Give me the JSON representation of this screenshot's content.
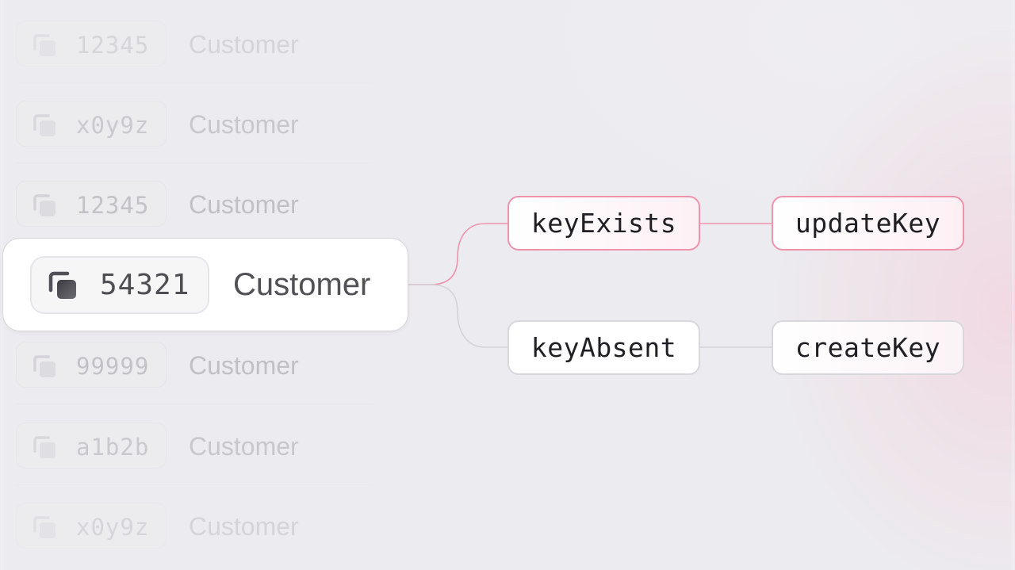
{
  "faded_rows": [
    {
      "id": "12345",
      "label": "Customer"
    },
    {
      "id": "x0y9z",
      "label": "Customer"
    },
    {
      "id": "12345",
      "label": "Customer"
    },
    {
      "id": "99999",
      "label": "Customer"
    },
    {
      "id": "a1b2b",
      "label": "Customer"
    },
    {
      "id": "x0y9z",
      "label": "Customer"
    }
  ],
  "main_row": {
    "id": "54321",
    "label": "Customer",
    "icon": "copy-icon"
  },
  "flow": {
    "branch_true": {
      "label": "keyExists",
      "action": "updateKey"
    },
    "branch_false": {
      "label": "keyAbsent",
      "action": "createKey"
    }
  },
  "colors": {
    "active_border": "#ef93ad",
    "inactive_border": "#d8d7dc",
    "active_connector": "#ef93ad",
    "inactive_connector": "#d4d3d8",
    "background": "#ecebef"
  }
}
